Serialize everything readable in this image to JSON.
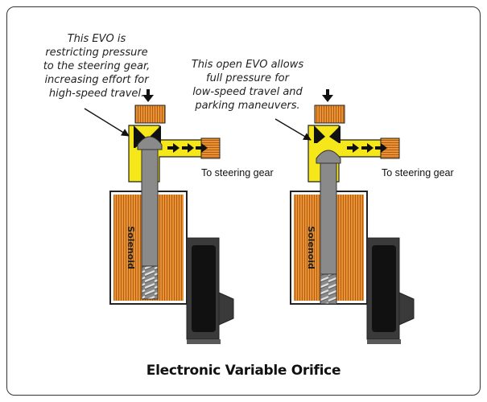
{
  "title": "Electronic Variable Orifice",
  "valves": [
    {
      "state": "restricting",
      "note": "This EVO is\nrestricting pressure\nto the steering gear,\nincreasing effort for\nhigh-speed travel.",
      "outlet_label": "To steering gear",
      "solenoid_label": "Solenoid"
    },
    {
      "state": "open",
      "note": "This open EVO allows\nfull pressure for\nlow-speed travel and\nparking maneuvers.",
      "outlet_label": "To steering gear",
      "solenoid_label": "Solenoid"
    }
  ],
  "colors": {
    "passage": "#f5e71a",
    "copper": "#e69433",
    "copper_line": "#c4621b",
    "pintle": "#8a8a8a",
    "housing": "#3a3a3a",
    "connector": "#1a1a1a",
    "arrow": "#111111"
  },
  "icons": [
    "down-arrow-icon",
    "right-arrow-icon",
    "pointer-arrow-icon"
  ]
}
